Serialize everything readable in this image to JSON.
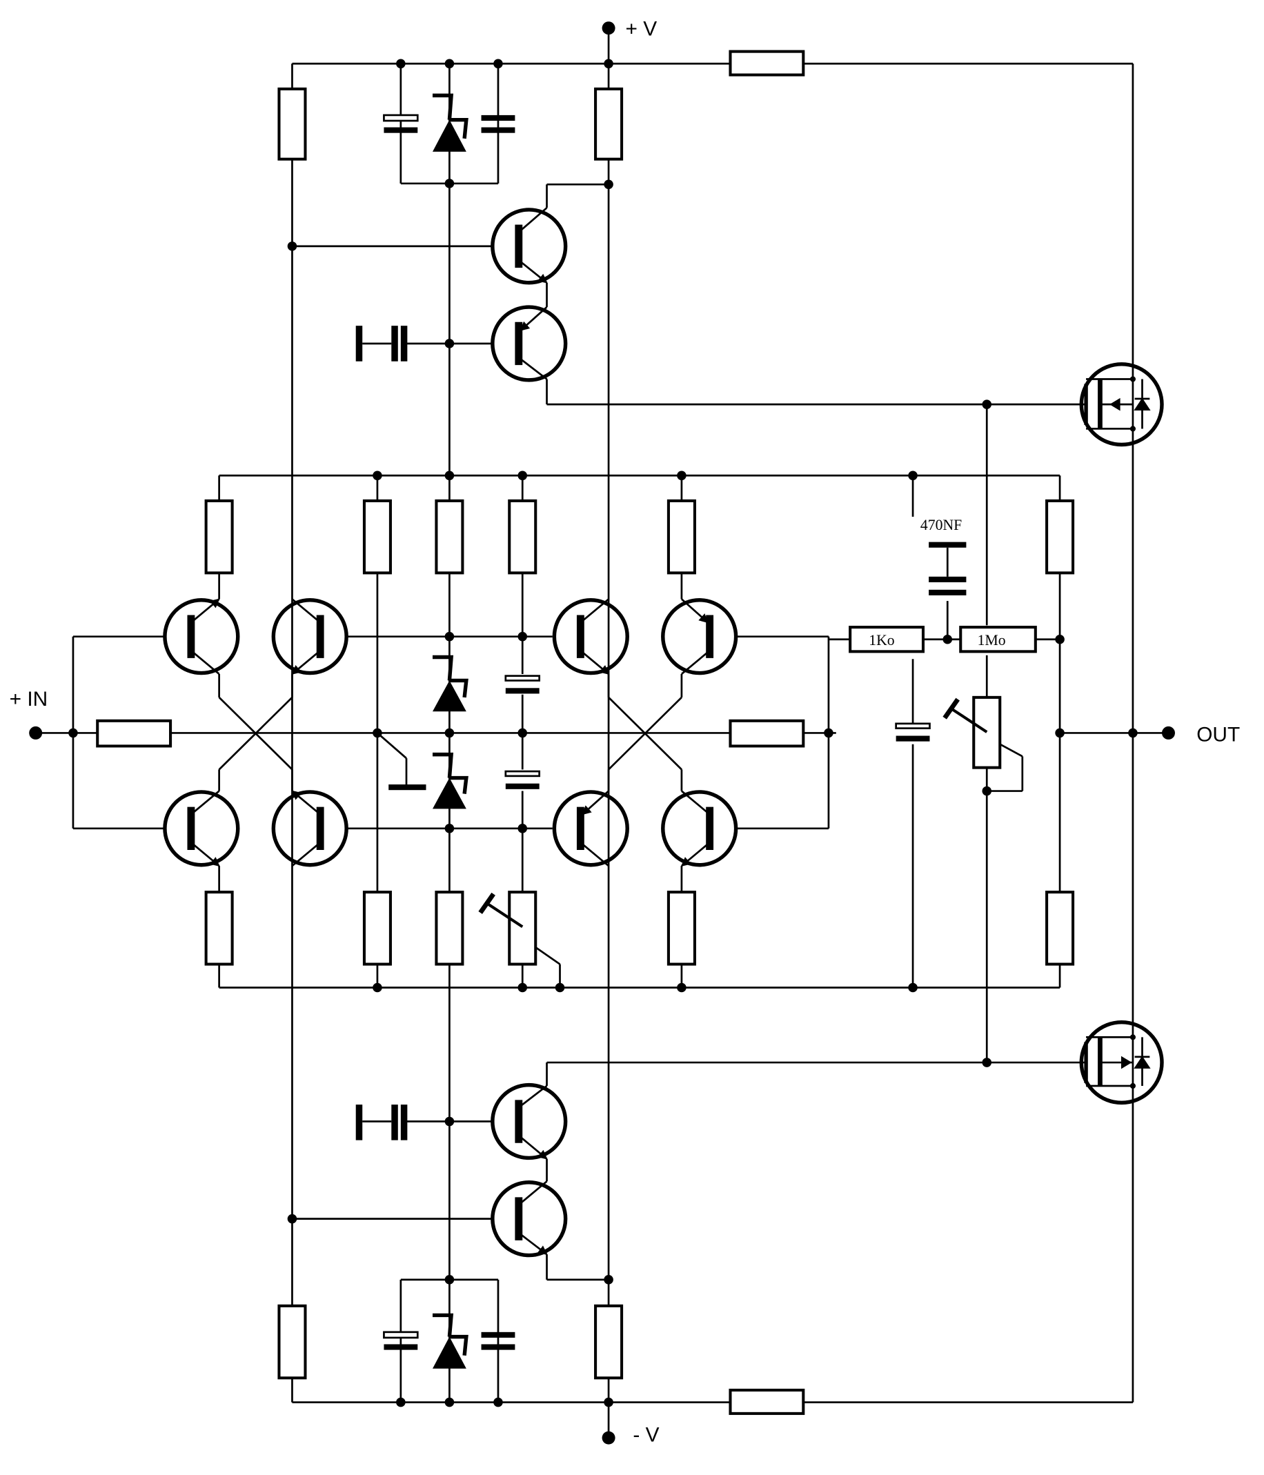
{
  "labels": {
    "pos_supply": "+ V",
    "neg_supply": "- V",
    "input": "+ IN",
    "output": "OUT",
    "cap_value": "470NF",
    "res_1k": "1Ko",
    "res_1m": "1Mo"
  },
  "colors": {
    "ink": "#000000",
    "background": "#ffffff"
  }
}
